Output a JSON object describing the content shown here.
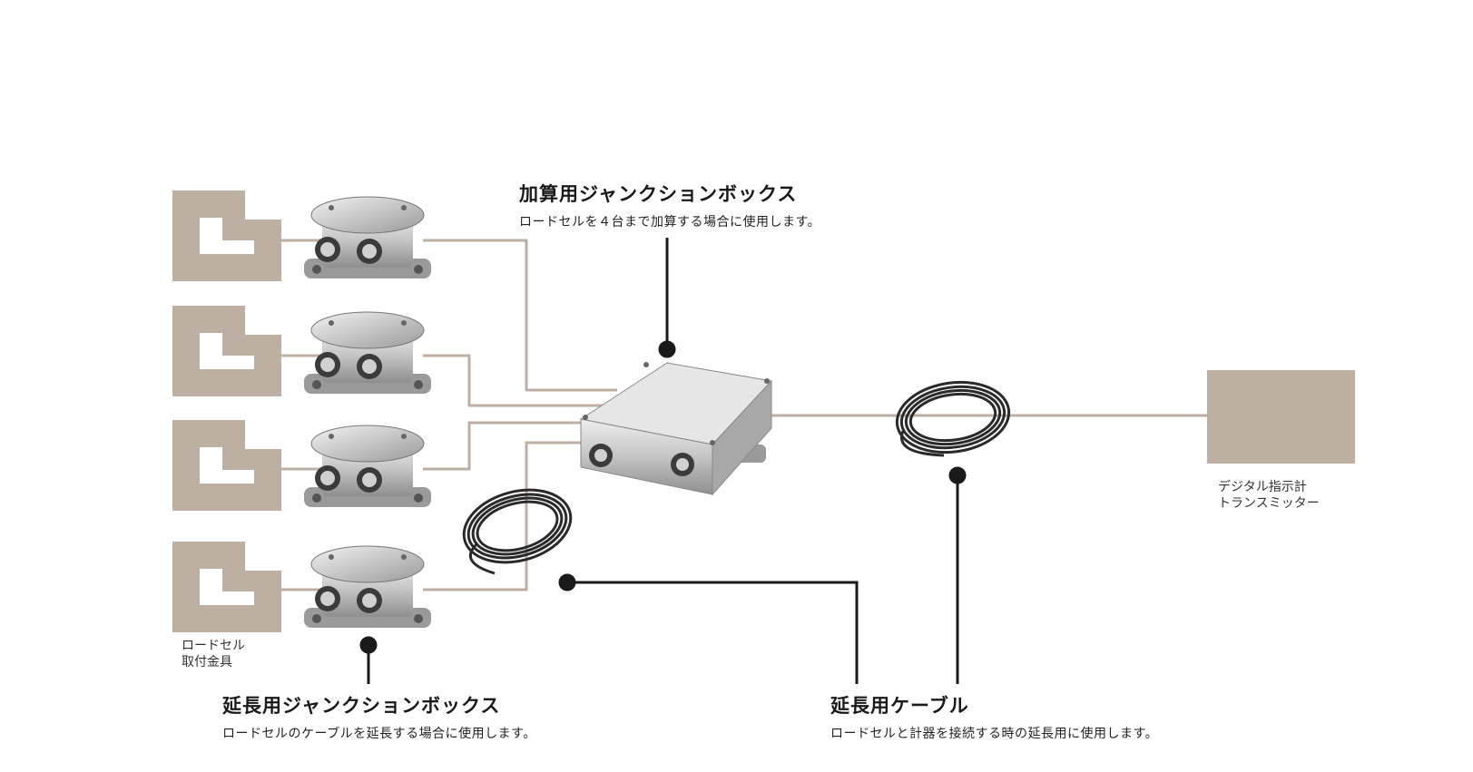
{
  "colors": {
    "beige": "#bdb0a2",
    "leader": "#1a1a1a",
    "metal_light": "#d9d9d9",
    "metal_dark": "#8c8c8c",
    "cable": "#2a2a2a"
  },
  "summing_box": {
    "title": "加算用ジャンクションボックス",
    "description": "ロードセルを４台まで加算する場合に使用します。"
  },
  "extension_box": {
    "title": "延長用ジャンクションボックス",
    "description": "ロードセルのケーブルを延長する場合に使用します。"
  },
  "extension_cable": {
    "title": "延長用ケーブル",
    "description": "ロードセルと計器を接続する時の延長用に使用します。"
  },
  "loadcell_mount": {
    "line1": "ロードセル",
    "line2": "取付金具"
  },
  "indicator": {
    "line1": "デジタル指示計",
    "line2": "トランスミッター"
  }
}
